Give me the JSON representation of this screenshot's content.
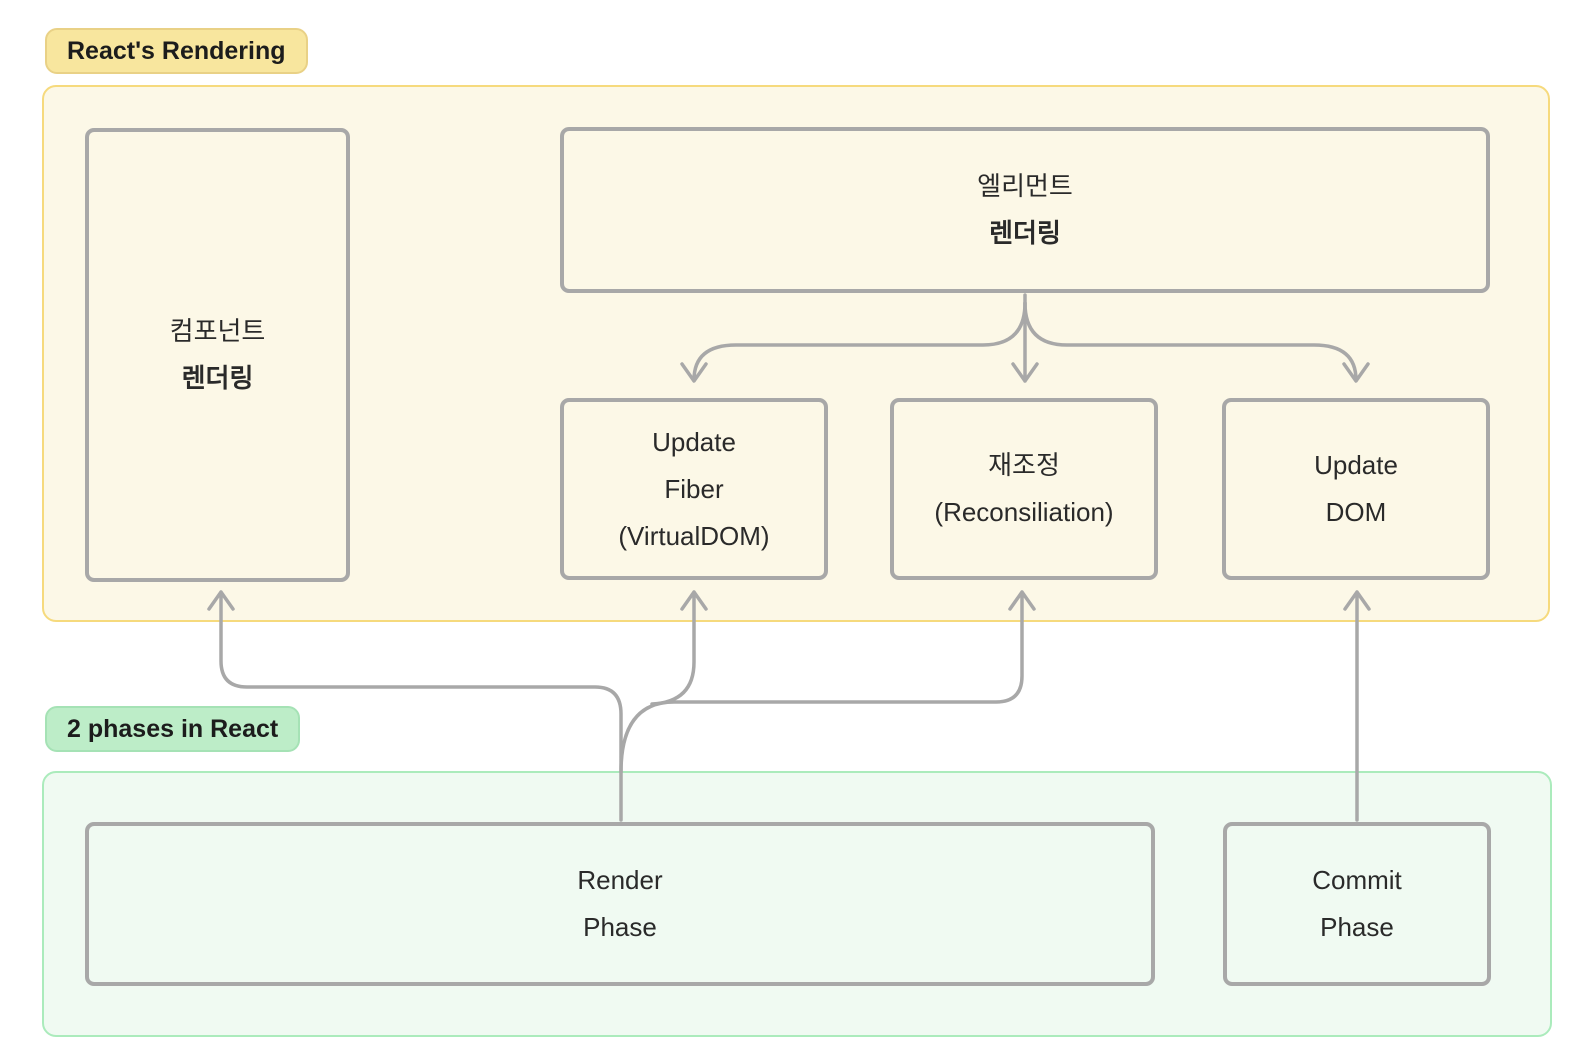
{
  "diagram": {
    "rendering_section": {
      "badge": "React's Rendering",
      "component_box": {
        "line1": "컴포넌트",
        "line2": "렌더링"
      },
      "element_box": {
        "line1": "엘리먼트",
        "line2": "렌더링"
      },
      "update_fiber_box": {
        "line1": "Update",
        "line2": "Fiber",
        "line3": "(VirtualDOM)"
      },
      "reconciliation_box": {
        "line1": "재조정",
        "line2": "(Reconsiliation)"
      },
      "update_dom_box": {
        "line1": "Update",
        "line2": "DOM"
      }
    },
    "phases_section": {
      "badge": "2 phases in React",
      "render_phase_box": {
        "line1": "Render",
        "line2": "Phase"
      },
      "commit_phase_box": {
        "line1": "Commit",
        "line2": "Phase"
      }
    },
    "colors": {
      "rendering_bg": "#FCF8E7",
      "rendering_border": "#F6DA7D",
      "rendering_badge_bg": "#F8E69E",
      "rendering_badge_border": "#E9D186",
      "phases_bg": "#F0FAF2",
      "phases_border": "#ABEBBC",
      "phases_badge_bg": "#BDEDC8",
      "phases_badge_border": "#A5E2B5",
      "box_border": "#A8A8A8",
      "arrow": "#A8A8A8",
      "text": "#2A2A2A"
    }
  }
}
